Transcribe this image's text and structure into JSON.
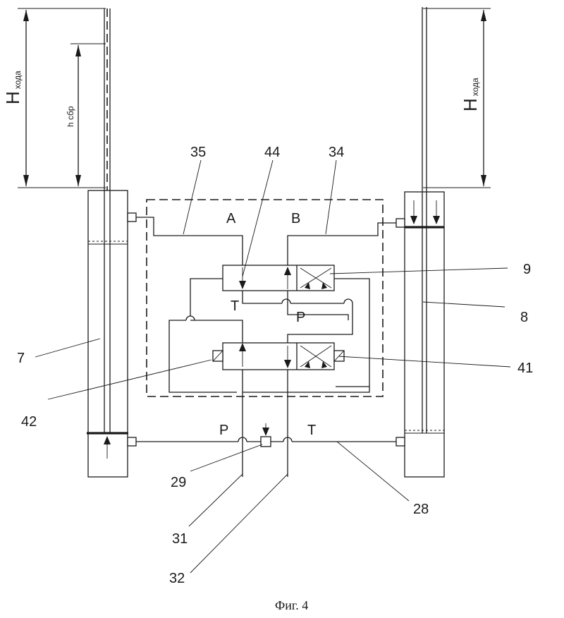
{
  "figure": {
    "caption": "Фиг. 4",
    "left_stroke_label": {
      "main": "H",
      "sub": "хода"
    },
    "right_stroke_label": {
      "main": "H",
      "sub": "хода"
    },
    "reset_height_label": "h сбр",
    "port_labels": {
      "A": "A",
      "B": "B",
      "T_upper": "T",
      "P_upper": "P",
      "P_lower": "P",
      "T_lower": "T"
    },
    "callouts": [
      "35",
      "44",
      "34",
      "9",
      "8",
      "7",
      "41",
      "42",
      "29",
      "28",
      "31",
      "32"
    ]
  }
}
